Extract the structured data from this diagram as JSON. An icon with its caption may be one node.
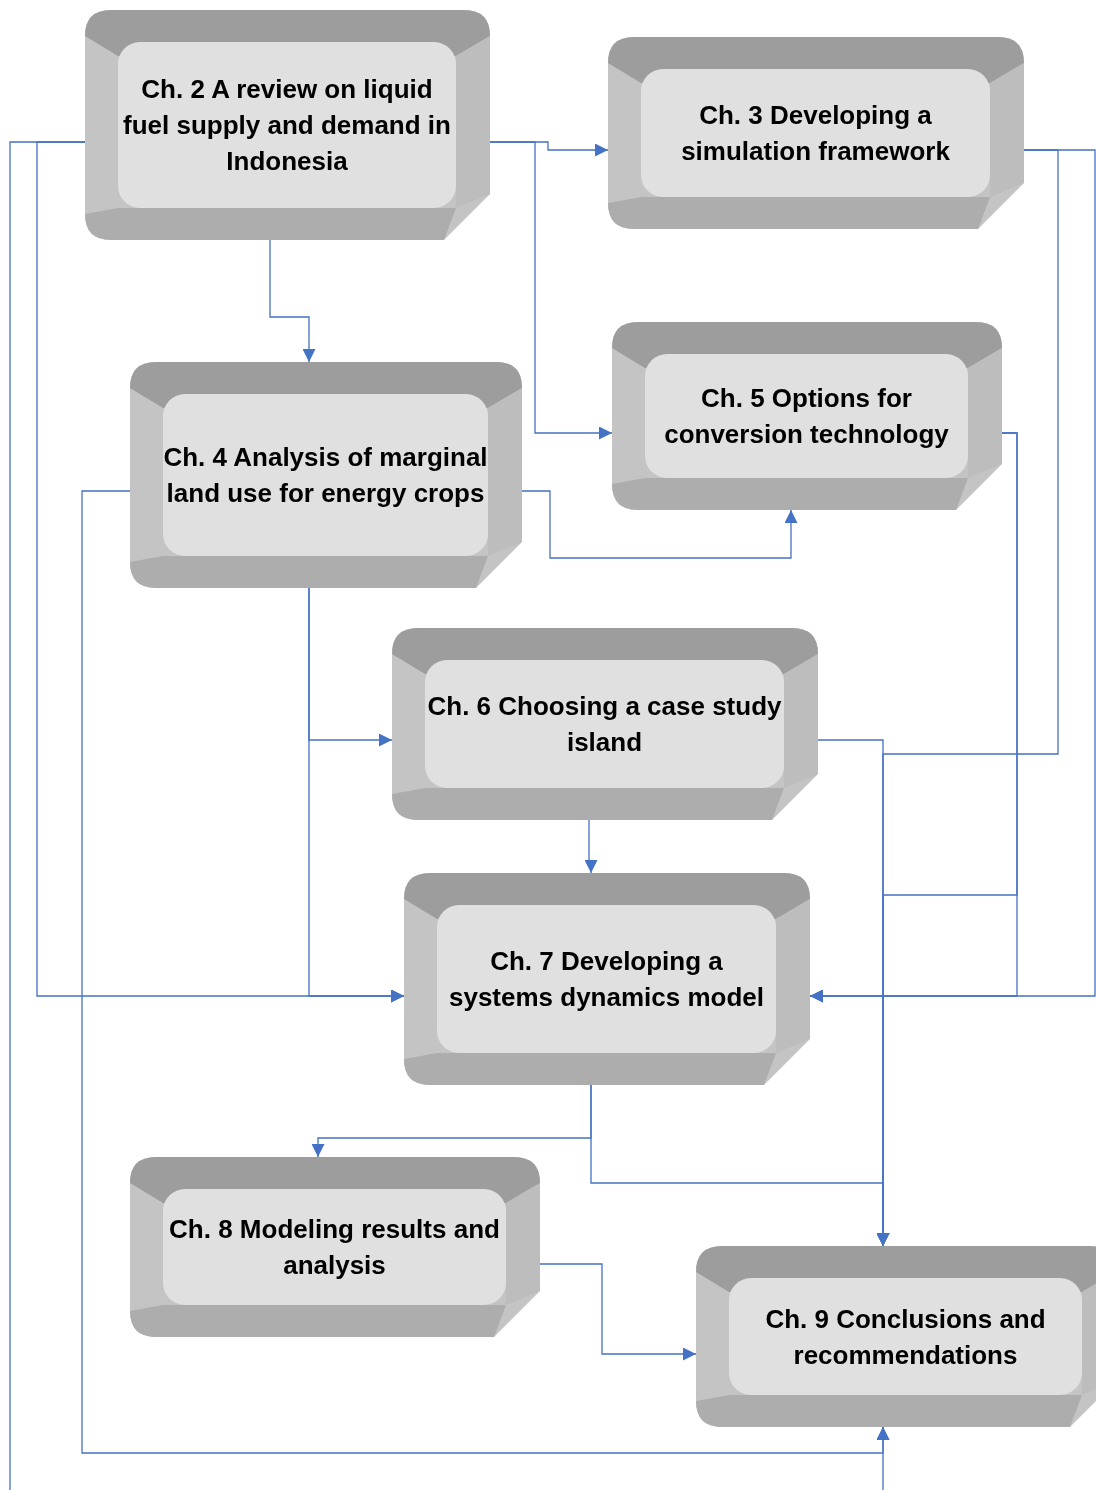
{
  "diagram": {
    "nodes": [
      {
        "text": [
          "Ch. 2 A review on liquid fuel supply and demand in Indonesia"
        ]
      },
      {
        "text": [
          "Ch. 3 Developing a simulation framework"
        ]
      },
      {
        "text": [
          "Ch. 4 Analysis of marginal land use for energy crops"
        ]
      },
      {
        "text": [
          "Ch. 5 Options for conversion technology"
        ]
      },
      {
        "text": [
          "Ch. 6 Choosing a case study island"
        ]
      },
      {
        "text": [
          "Ch. 7 Developing a systems dynamics model"
        ]
      },
      {
        "text": [
          "Ch. 8 Modeling results and analysis"
        ]
      },
      {
        "text": [
          "Ch. 9 Conclusions and recommendations"
        ]
      }
    ],
    "edges": [
      {
        "from": 0,
        "to": 1,
        "arrow": "to"
      },
      {
        "from": 0,
        "to": 3,
        "arrow": "to"
      },
      {
        "from": 0,
        "to": 2,
        "arrow": "to"
      },
      {
        "from": 0,
        "to": 5,
        "arrow": "to"
      },
      {
        "from": 0,
        "to": 7,
        "arrow": "to"
      },
      {
        "from": 2,
        "to": 3,
        "arrow": "to"
      },
      {
        "from": 2,
        "to": 4,
        "arrow": "to"
      },
      {
        "from": 2,
        "to": 5,
        "arrow": "to"
      },
      {
        "from": 2,
        "to": 7,
        "arrow": "to"
      },
      {
        "from": 1,
        "to": 7,
        "arrow": "to"
      },
      {
        "from": 1,
        "to": 5,
        "arrow": "to"
      },
      {
        "from": 3,
        "to": 5,
        "arrow": "to"
      },
      {
        "from": 3,
        "to": 7,
        "arrow": "to"
      },
      {
        "from": 4,
        "to": 7,
        "arrow": "to"
      },
      {
        "from": 4,
        "to": 5,
        "arrow": "to"
      },
      {
        "from": 5,
        "to": 6,
        "arrow": "to"
      },
      {
        "from": 5,
        "to": 7,
        "arrow": "to"
      },
      {
        "from": 6,
        "to": 7,
        "arrow": "to"
      }
    ]
  }
}
